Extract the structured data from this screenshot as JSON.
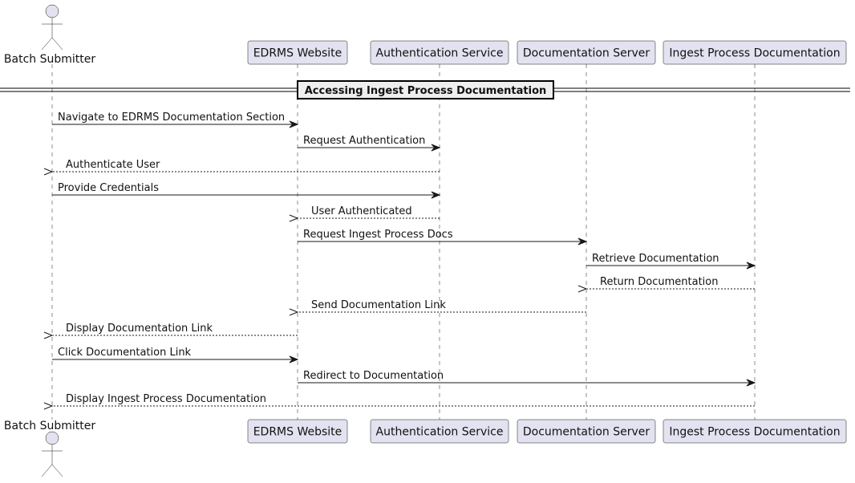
{
  "diagram": {
    "type": "sequence",
    "participants": [
      {
        "id": "batch",
        "label": "Batch Submitter",
        "kind": "actor"
      },
      {
        "id": "edrms",
        "label": "EDRMS Website",
        "kind": "participant"
      },
      {
        "id": "auth",
        "label": "Authentication Service",
        "kind": "participant"
      },
      {
        "id": "docs",
        "label": "Documentation Server",
        "kind": "participant"
      },
      {
        "id": "ingest",
        "label": "Ingest Process Documentation",
        "kind": "participant"
      }
    ],
    "divider": {
      "label": "Accessing Ingest Process Documentation"
    },
    "messages": [
      {
        "from": "batch",
        "to": "edrms",
        "label": "Navigate to EDRMS Documentation Section",
        "style": "sync"
      },
      {
        "from": "edrms",
        "to": "auth",
        "label": "Request Authentication",
        "style": "sync"
      },
      {
        "from": "auth",
        "to": "batch",
        "label": "Authenticate User",
        "style": "reply"
      },
      {
        "from": "batch",
        "to": "auth",
        "label": "Provide Credentials",
        "style": "sync"
      },
      {
        "from": "auth",
        "to": "edrms",
        "label": "User Authenticated",
        "style": "reply"
      },
      {
        "from": "edrms",
        "to": "docs",
        "label": "Request Ingest Process Docs",
        "style": "sync"
      },
      {
        "from": "docs",
        "to": "ingest",
        "label": "Retrieve Documentation",
        "style": "sync"
      },
      {
        "from": "ingest",
        "to": "docs",
        "label": "Return Documentation",
        "style": "reply"
      },
      {
        "from": "docs",
        "to": "edrms",
        "label": "Send Documentation Link",
        "style": "reply"
      },
      {
        "from": "edrms",
        "to": "batch",
        "label": "Display Documentation Link",
        "style": "reply"
      },
      {
        "from": "batch",
        "to": "edrms",
        "label": "Click Documentation Link",
        "style": "sync"
      },
      {
        "from": "edrms",
        "to": "ingest",
        "label": "Redirect to Documentation",
        "style": "sync"
      },
      {
        "from": "ingest",
        "to": "batch",
        "label": "Display Ingest Process Documentation",
        "style": "reply"
      }
    ]
  }
}
